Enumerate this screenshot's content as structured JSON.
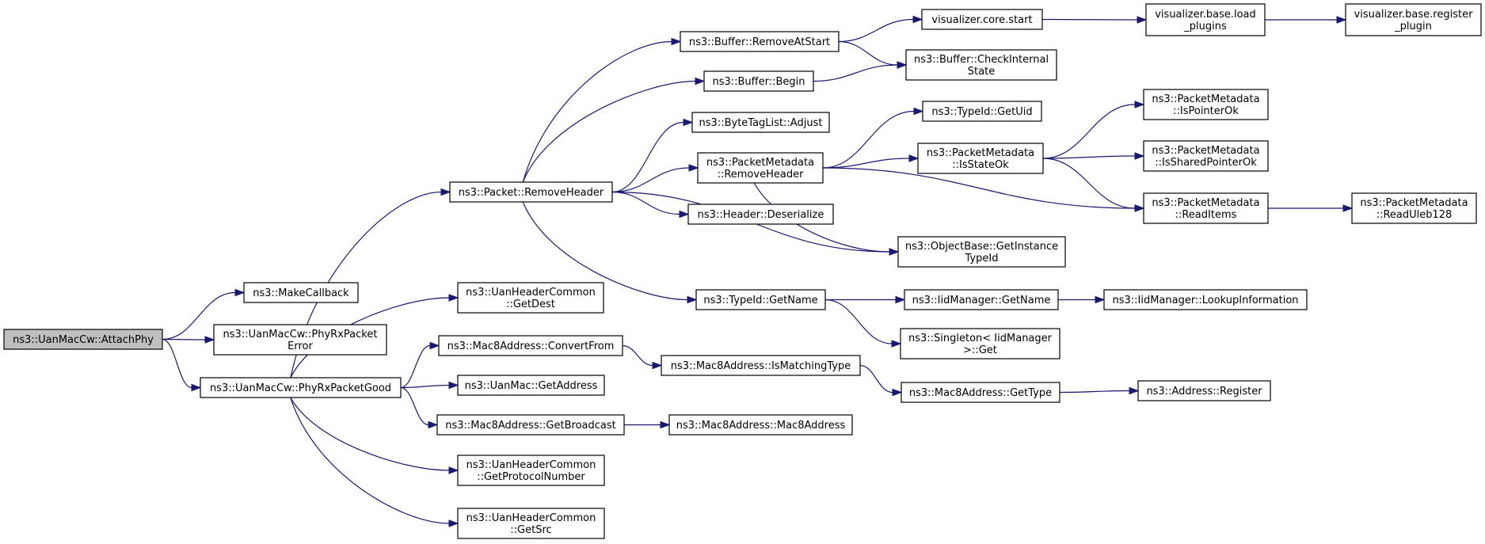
{
  "graph": {
    "type": "call-graph",
    "colors": {
      "edge": "#191970",
      "root_fill": "#bfbfbf",
      "node_fill": "#ffffff",
      "border": "#000000"
    },
    "nodes": [
      {
        "id": "attach",
        "lines": [
          "ns3::UanMacCw::AttachPhy"
        ],
        "root": true
      },
      {
        "id": "makecb",
        "lines": [
          "ns3::MakeCallback"
        ]
      },
      {
        "id": "rxerr",
        "lines": [
          "ns3::UanMacCw::PhyRxPacket",
          "Error"
        ]
      },
      {
        "id": "rxgood",
        "lines": [
          "ns3::UanMacCw::PhyRxPacketGood"
        ]
      },
      {
        "id": "pktremove",
        "lines": [
          "ns3::Packet::RemoveHeader"
        ]
      },
      {
        "id": "getdest",
        "lines": [
          "ns3::UanHeaderCommon",
          "::GetDest"
        ]
      },
      {
        "id": "convfrom",
        "lines": [
          "ns3::Mac8Address::ConvertFrom"
        ]
      },
      {
        "id": "getaddr",
        "lines": [
          "ns3::UanMac::GetAddress"
        ]
      },
      {
        "id": "getbcast",
        "lines": [
          "ns3::Mac8Address::GetBroadcast"
        ]
      },
      {
        "id": "getproto",
        "lines": [
          "ns3::UanHeaderCommon",
          "::GetProtocolNumber"
        ]
      },
      {
        "id": "getsrc",
        "lines": [
          "ns3::UanHeaderCommon",
          "::GetSrc"
        ]
      },
      {
        "id": "bufremove",
        "lines": [
          "ns3::Buffer::RemoveAtStart"
        ]
      },
      {
        "id": "bufbegin",
        "lines": [
          "ns3::Buffer::Begin"
        ]
      },
      {
        "id": "btladjust",
        "lines": [
          "ns3::ByteTagList::Adjust"
        ]
      },
      {
        "id": "pmremove",
        "lines": [
          "ns3::PacketMetadata",
          "::RemoveHeader"
        ]
      },
      {
        "id": "hdrdeser",
        "lines": [
          "ns3::Header::Deserialize"
        ]
      },
      {
        "id": "tidname",
        "lines": [
          "ns3::TypeId::GetName"
        ]
      },
      {
        "id": "ismatch",
        "lines": [
          "ns3::Mac8Address::IsMatchingType"
        ]
      },
      {
        "id": "mac8ctor",
        "lines": [
          "ns3::Mac8Address::Mac8Address"
        ]
      },
      {
        "id": "vizstart",
        "lines": [
          "visualizer.core.start"
        ]
      },
      {
        "id": "bufcheck",
        "lines": [
          "ns3::Buffer::CheckInternal",
          "State"
        ]
      },
      {
        "id": "tiduid",
        "lines": [
          "ns3::TypeId::GetUid"
        ]
      },
      {
        "id": "pmstate",
        "lines": [
          "ns3::PacketMetadata",
          "::IsStateOk"
        ]
      },
      {
        "id": "getinst",
        "lines": [
          "ns3::ObjectBase::GetInstance",
          "TypeId"
        ]
      },
      {
        "id": "iidname",
        "lines": [
          "ns3::IidManager::GetName"
        ]
      },
      {
        "id": "singleton",
        "lines": [
          "ns3::Singleton< IidManager",
          " >::Get"
        ]
      },
      {
        "id": "gettype",
        "lines": [
          "ns3::Mac8Address::GetType"
        ]
      },
      {
        "id": "vizload",
        "lines": [
          "visualizer.base.load",
          "_plugins"
        ]
      },
      {
        "id": "pmptr",
        "lines": [
          "ns3::PacketMetadata",
          "::IsPointerOk"
        ]
      },
      {
        "id": "pmshared",
        "lines": [
          "ns3::PacketMetadata",
          "::IsSharedPointerOk"
        ]
      },
      {
        "id": "pmread",
        "lines": [
          "ns3::PacketMetadata",
          "::ReadItems"
        ]
      },
      {
        "id": "iidlookup",
        "lines": [
          "ns3::IidManager::LookupInformation"
        ]
      },
      {
        "id": "addrreg",
        "lines": [
          "ns3::Address::Register"
        ]
      },
      {
        "id": "vizreg",
        "lines": [
          "visualizer.base.register",
          "_plugin"
        ]
      },
      {
        "id": "pmuleb",
        "lines": [
          "ns3::PacketMetadata",
          "::ReadUleb128"
        ]
      }
    ],
    "edges": [
      [
        "attach",
        "makecb"
      ],
      [
        "attach",
        "rxerr"
      ],
      [
        "attach",
        "rxgood"
      ],
      [
        "rxgood",
        "pktremove"
      ],
      [
        "rxgood",
        "getdest"
      ],
      [
        "rxgood",
        "convfrom"
      ],
      [
        "rxgood",
        "getaddr"
      ],
      [
        "rxgood",
        "getbcast"
      ],
      [
        "rxgood",
        "getproto"
      ],
      [
        "rxgood",
        "getsrc"
      ],
      [
        "pktremove",
        "bufremove"
      ],
      [
        "pktremove",
        "bufbegin"
      ],
      [
        "pktremove",
        "btladjust"
      ],
      [
        "pktremove",
        "pmremove"
      ],
      [
        "pktremove",
        "hdrdeser"
      ],
      [
        "pktremove",
        "getinst"
      ],
      [
        "pktremove",
        "tidname"
      ],
      [
        "bufremove",
        "vizstart"
      ],
      [
        "bufremove",
        "bufcheck"
      ],
      [
        "bufbegin",
        "bufcheck"
      ],
      [
        "vizstart",
        "vizload"
      ],
      [
        "vizload",
        "vizreg"
      ],
      [
        "pmremove",
        "tiduid"
      ],
      [
        "pmremove",
        "pmstate"
      ],
      [
        "pmremove",
        "getinst"
      ],
      [
        "pmremove",
        "pmread"
      ],
      [
        "pmstate",
        "pmptr"
      ],
      [
        "pmstate",
        "pmshared"
      ],
      [
        "pmstate",
        "pmread"
      ],
      [
        "pmread",
        "pmuleb"
      ],
      [
        "tidname",
        "iidname"
      ],
      [
        "tidname",
        "singleton"
      ],
      [
        "iidname",
        "iidlookup"
      ],
      [
        "convfrom",
        "ismatch"
      ],
      [
        "ismatch",
        "gettype"
      ],
      [
        "gettype",
        "addrreg"
      ],
      [
        "getbcast",
        "mac8ctor"
      ]
    ]
  }
}
